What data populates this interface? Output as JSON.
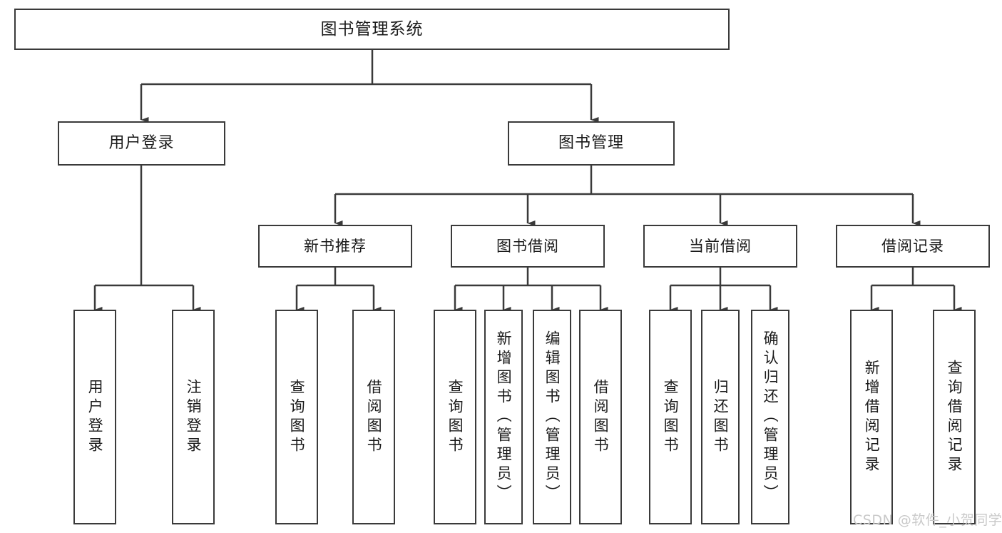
{
  "diagram": {
    "title": "图书管理系统",
    "type": "tree-hierarchy-diagram",
    "colors": {
      "border": "#3a3a3a",
      "background": "#ffffff",
      "text": "#1a1a1a",
      "watermark": "#c9c9c9"
    },
    "root": {
      "label": "图书管理系统"
    },
    "level2": [
      {
        "label": "用户登录"
      },
      {
        "label": "图书管理"
      }
    ],
    "level3": [
      {
        "label": "新书推荐"
      },
      {
        "label": "图书借阅"
      },
      {
        "label": "当前借阅"
      },
      {
        "label": "借阅记录"
      }
    ],
    "leaves": {
      "user_login": [
        {
          "label": "用户登录"
        },
        {
          "label": "注销登录"
        }
      ],
      "new_book_recommend": [
        {
          "label": "查询图书"
        },
        {
          "label": "借阅图书"
        }
      ],
      "book_borrow": [
        {
          "label": "查询图书"
        },
        {
          "label": "新增图书（管理员）"
        },
        {
          "label": "编辑图书（管理员）"
        },
        {
          "label": "借阅图书"
        }
      ],
      "current_borrow": [
        {
          "label": "查询图书"
        },
        {
          "label": "归还图书"
        },
        {
          "label": "确认归还（管理员）"
        }
      ],
      "borrow_record": [
        {
          "label": "新增借阅记录"
        },
        {
          "label": "查询借阅记录"
        }
      ]
    }
  },
  "watermark": {
    "text": "CSDN @软件_小贺同学"
  }
}
